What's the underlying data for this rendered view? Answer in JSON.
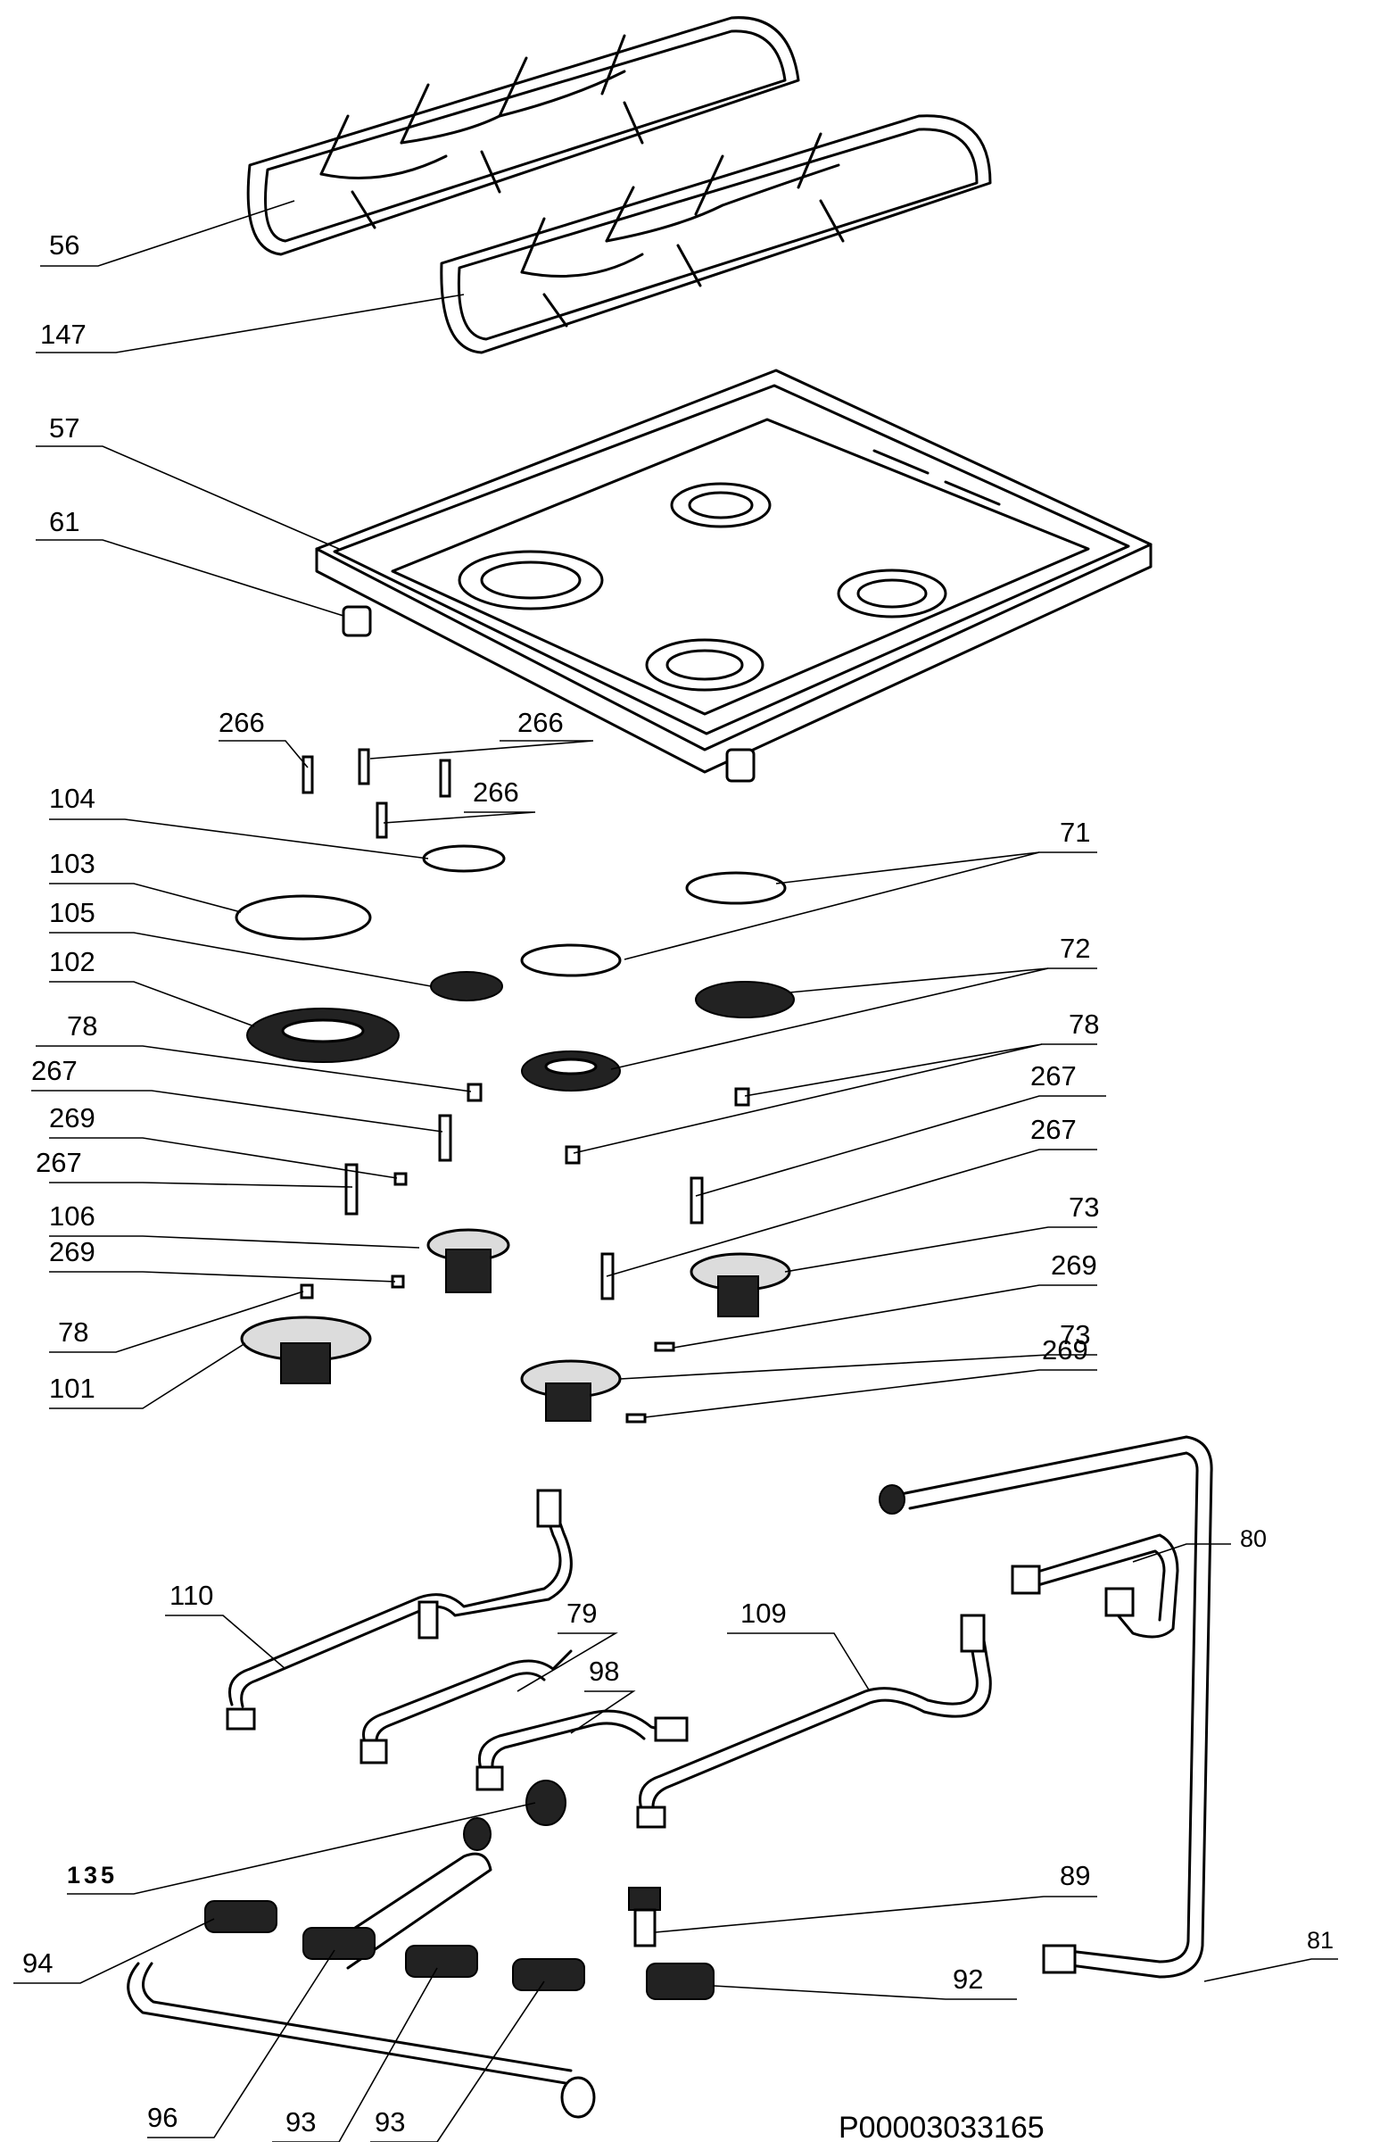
{
  "diagram": {
    "drawing_code": "P00003033165",
    "callouts": [
      {
        "id": "c56",
        "text": "56"
      },
      {
        "id": "c147",
        "text": "147"
      },
      {
        "id": "c57",
        "text": "57"
      },
      {
        "id": "c61",
        "text": "61"
      },
      {
        "id": "c266a",
        "text": "266"
      },
      {
        "id": "c266b",
        "text": "266"
      },
      {
        "id": "c266c",
        "text": "266"
      },
      {
        "id": "c104",
        "text": "104"
      },
      {
        "id": "c71",
        "text": "71"
      },
      {
        "id": "c103",
        "text": "103"
      },
      {
        "id": "c105",
        "text": "105"
      },
      {
        "id": "c72",
        "text": "72"
      },
      {
        "id": "c102",
        "text": "102"
      },
      {
        "id": "c78a",
        "text": "78"
      },
      {
        "id": "c78b",
        "text": "78"
      },
      {
        "id": "c267a",
        "text": "267"
      },
      {
        "id": "c267b",
        "text": "267"
      },
      {
        "id": "c269a",
        "text": "269"
      },
      {
        "id": "c267c",
        "text": "267"
      },
      {
        "id": "c267d",
        "text": "267"
      },
      {
        "id": "c106",
        "text": "106"
      },
      {
        "id": "c73a",
        "text": "73"
      },
      {
        "id": "c269b",
        "text": "269"
      },
      {
        "id": "c269c",
        "text": "269"
      },
      {
        "id": "c73b",
        "text": "73"
      },
      {
        "id": "c78c",
        "text": "78"
      },
      {
        "id": "c269d",
        "text": "269"
      },
      {
        "id": "c101",
        "text": "101"
      },
      {
        "id": "c80",
        "text": "80"
      },
      {
        "id": "c110",
        "text": "110"
      },
      {
        "id": "c79",
        "text": "79"
      },
      {
        "id": "c109",
        "text": "109"
      },
      {
        "id": "c98",
        "text": "98"
      },
      {
        "id": "c135",
        "text": "135"
      },
      {
        "id": "c89",
        "text": "89"
      },
      {
        "id": "c94",
        "text": "94"
      },
      {
        "id": "c81",
        "text": "81"
      },
      {
        "id": "c92",
        "text": "92"
      },
      {
        "id": "c96",
        "text": "96"
      },
      {
        "id": "c93a",
        "text": "93"
      },
      {
        "id": "c93b",
        "text": "93"
      }
    ]
  }
}
